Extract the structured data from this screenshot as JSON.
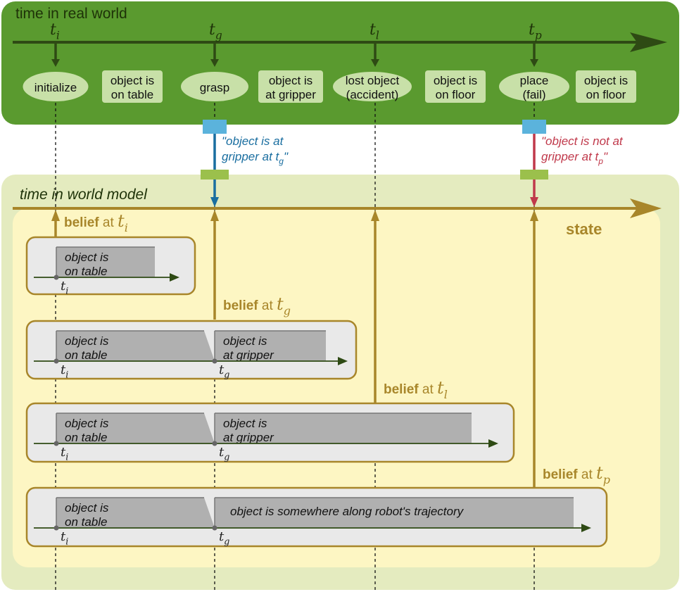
{
  "real_world": {
    "title": "time in real world",
    "time_labels": [
      {
        "base": "t",
        "sub": "i"
      },
      {
        "base": "t",
        "sub": "g"
      },
      {
        "base": "t",
        "sub": "l"
      },
      {
        "base": "t",
        "sub": "p"
      }
    ],
    "events": [
      {
        "lines": [
          "initialize"
        ]
      },
      {
        "lines": [
          "grasp"
        ]
      },
      {
        "lines": [
          "lost object",
          "(accident)"
        ]
      },
      {
        "lines": [
          "place",
          "(fail)"
        ]
      }
    ],
    "states": [
      {
        "lines": [
          "object is",
          "on table"
        ]
      },
      {
        "lines": [
          "object is",
          "at gripper"
        ]
      },
      {
        "lines": [
          "object is",
          "on floor"
        ]
      },
      {
        "lines": [
          "object is",
          "on floor"
        ]
      }
    ]
  },
  "observations": [
    {
      "lines": [
        "\"object is at",
        "gripper at t"
      ],
      "sub": "g",
      "close": "\"",
      "color": "#1a6ea0"
    },
    {
      "lines": [
        "\"object is not at",
        "gripper at t"
      ],
      "sub": "p",
      "close": "\"",
      "color": "#c0394b"
    }
  ],
  "world_model": {
    "title": "time in world model",
    "state_label": "state",
    "beliefs": [
      {
        "word": "belief",
        "at": "at",
        "t": "t",
        "sub": "i"
      },
      {
        "word": "belief",
        "at": "at",
        "t": "t",
        "sub": "g"
      },
      {
        "word": "belief",
        "at": "at",
        "t": "t",
        "sub": "l"
      },
      {
        "word": "belief",
        "at": "at",
        "t": "t",
        "sub": "p"
      }
    ],
    "panels": [
      {
        "segments": [
          {
            "lines": [
              "object is",
              "on table"
            ]
          }
        ],
        "ticks": [
          {
            "t": "t",
            "sub": "i"
          }
        ]
      },
      {
        "segments": [
          {
            "lines": [
              "object is",
              "on table"
            ]
          },
          {
            "lines": [
              "object is",
              "at gripper"
            ]
          }
        ],
        "ticks": [
          {
            "t": "t",
            "sub": "i"
          },
          {
            "t": "t",
            "sub": "g"
          }
        ]
      },
      {
        "segments": [
          {
            "lines": [
              "object is",
              "on table"
            ]
          },
          {
            "lines": [
              "object is",
              "at gripper"
            ]
          }
        ],
        "ticks": [
          {
            "t": "t",
            "sub": "i"
          },
          {
            "t": "t",
            "sub": "g"
          }
        ]
      },
      {
        "segments": [
          {
            "lines": [
              "object is",
              "on table"
            ]
          },
          {
            "lines": [
              "object is somewhere along robot's trajectory"
            ]
          }
        ],
        "ticks": [
          {
            "t": "t",
            "sub": "i"
          },
          {
            "t": "t",
            "sub": "g"
          }
        ]
      }
    ]
  },
  "colors": {
    "real_world_bg": "#5a9a2f",
    "real_world_dark": "#2e4a14",
    "event_fill": "#c8e0a8",
    "state_fill": "#c8e0a8",
    "model_outer": "#e4ebbf",
    "model_inner": "#fdf6c3",
    "model_arrow": "#a8862a",
    "panel_fill": "#e9e9e9",
    "bar_fill": "#b0b0b0",
    "obs_blue_box": "#5bb3dc",
    "obs_green_box": "#9bc04c",
    "panel_axis": "#2e4a14"
  }
}
